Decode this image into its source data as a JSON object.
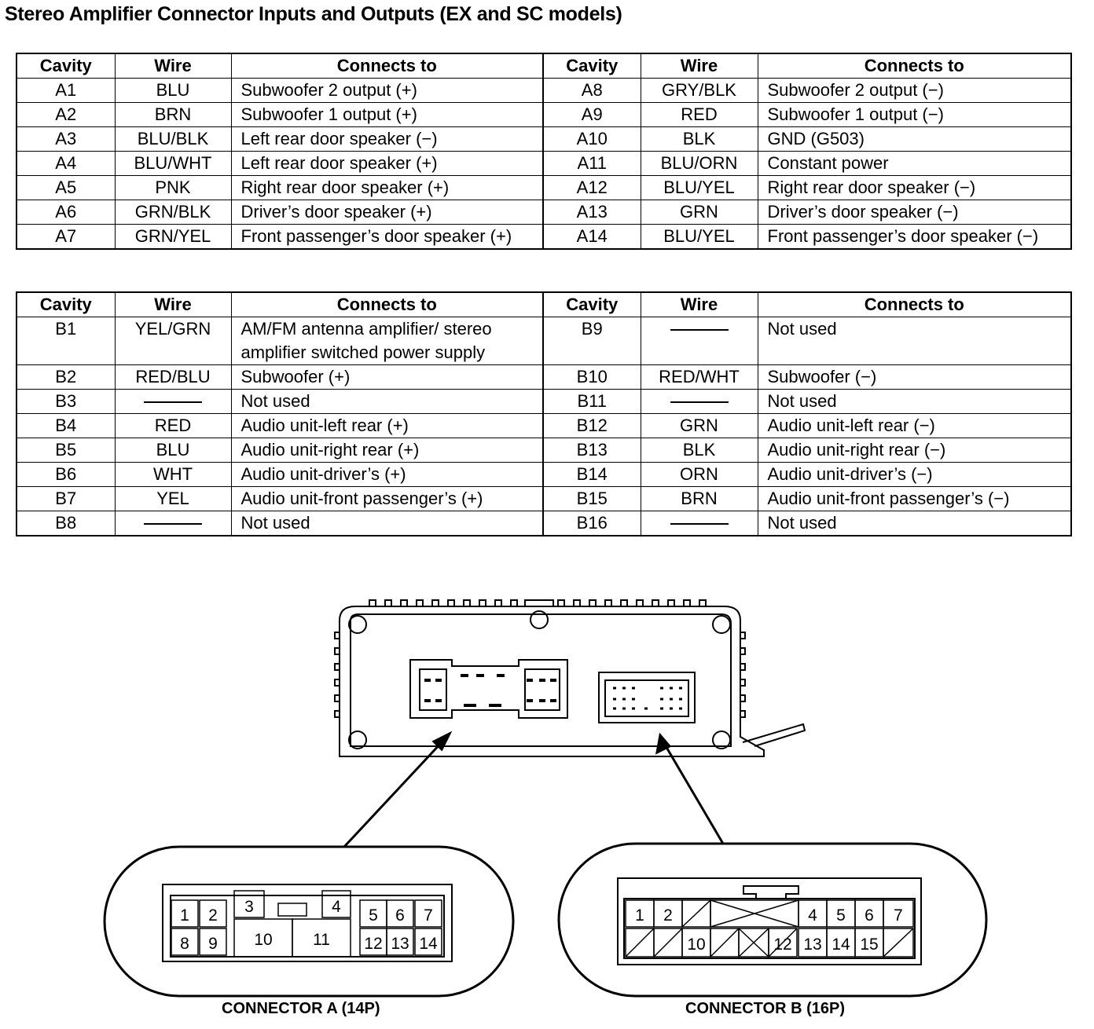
{
  "title": "Stereo Amplifier Connector Inputs and Outputs (EX and SC models)",
  "headers": {
    "cavity": "Cavity",
    "wire": "Wire",
    "connects_to": "Connects to"
  },
  "connector_a_rows": [
    {
      "left": {
        "cavity": "A1",
        "wire": "BLU",
        "connects": "Subwoofer 2 output (+)"
      },
      "right": {
        "cavity": "A8",
        "wire": "GRY/BLK",
        "connects": "Subwoofer 2 output (−)"
      }
    },
    {
      "left": {
        "cavity": "A2",
        "wire": "BRN",
        "connects": "Subwoofer 1 output (+)"
      },
      "right": {
        "cavity": "A9",
        "wire": "RED",
        "connects": "Subwoofer 1 output (−)"
      }
    },
    {
      "left": {
        "cavity": "A3",
        "wire": "BLU/BLK",
        "connects": "Left rear door speaker (−)"
      },
      "right": {
        "cavity": "A10",
        "wire": "BLK",
        "connects": "GND (G503)"
      }
    },
    {
      "left": {
        "cavity": "A4",
        "wire": "BLU/WHT",
        "connects": "Left rear door speaker (+)"
      },
      "right": {
        "cavity": "A11",
        "wire": "BLU/ORN",
        "connects": "Constant power"
      }
    },
    {
      "left": {
        "cavity": "A5",
        "wire": "PNK",
        "connects": "Right rear door speaker (+)"
      },
      "right": {
        "cavity": "A12",
        "wire": "BLU/YEL",
        "connects": "Right rear door speaker (−)"
      }
    },
    {
      "left": {
        "cavity": "A6",
        "wire": "GRN/BLK",
        "connects": "Driver’s door speaker (+)"
      },
      "right": {
        "cavity": "A13",
        "wire": "GRN",
        "connects": "Driver’s door speaker (−)"
      }
    },
    {
      "left": {
        "cavity": "A7",
        "wire": "GRN/YEL",
        "connects": "Front passenger’s door speaker (+)"
      },
      "right": {
        "cavity": "A14",
        "wire": "BLU/YEL",
        "connects": "Front passenger’s door speaker (−)"
      }
    }
  ],
  "connector_b_rows": [
    {
      "left": {
        "cavity": "B1",
        "wire": "YEL/GRN",
        "connects": "AM/FM antenna amplifier/ stereo amplifier switched power supply"
      },
      "right": {
        "cavity": "B9",
        "wire": "",
        "connects": "Not used"
      }
    },
    {
      "left": {
        "cavity": "B2",
        "wire": "RED/BLU",
        "connects": "Subwoofer (+)"
      },
      "right": {
        "cavity": "B10",
        "wire": "RED/WHT",
        "connects": "Subwoofer (−)"
      }
    },
    {
      "left": {
        "cavity": "B3",
        "wire": "",
        "connects": "Not used"
      },
      "right": {
        "cavity": "B11",
        "wire": "",
        "connects": "Not used"
      }
    },
    {
      "left": {
        "cavity": "B4",
        "wire": "RED",
        "connects": "Audio unit-left rear (+)"
      },
      "right": {
        "cavity": "B12",
        "wire": "GRN",
        "connects": "Audio unit-left rear (−)"
      }
    },
    {
      "left": {
        "cavity": "B5",
        "wire": "BLU",
        "connects": "Audio unit-right rear (+)"
      },
      "right": {
        "cavity": "B13",
        "wire": "BLK",
        "connects": "Audio unit-right rear (−)"
      }
    },
    {
      "left": {
        "cavity": "B6",
        "wire": "WHT",
        "connects": "Audio unit-driver’s (+)"
      },
      "right": {
        "cavity": "B14",
        "wire": "ORN",
        "connects": "Audio unit-driver’s (−)"
      }
    },
    {
      "left": {
        "cavity": "B7",
        "wire": "YEL",
        "connects": "Audio unit-front passenger’s (+)"
      },
      "right": {
        "cavity": "B15",
        "wire": "BRN",
        "connects": "Audio unit-front passenger’s (−)"
      }
    },
    {
      "left": {
        "cavity": "B8",
        "wire": "",
        "connects": "Not used"
      },
      "right": {
        "cavity": "B16",
        "wire": "",
        "connects": "Not used"
      }
    }
  ],
  "connector_a_pins": [
    "1",
    "2",
    "3",
    "4",
    "5",
    "6",
    "7",
    "8",
    "9",
    "10",
    "11",
    "12",
    "13",
    "14"
  ],
  "connector_b_pins": [
    "1",
    "2",
    "4",
    "5",
    "6",
    "7",
    "10",
    "12",
    "13",
    "14",
    "15"
  ],
  "label_connector_a": "CONNECTOR A (14P)",
  "label_connector_b": "CONNECTOR B (16P)"
}
